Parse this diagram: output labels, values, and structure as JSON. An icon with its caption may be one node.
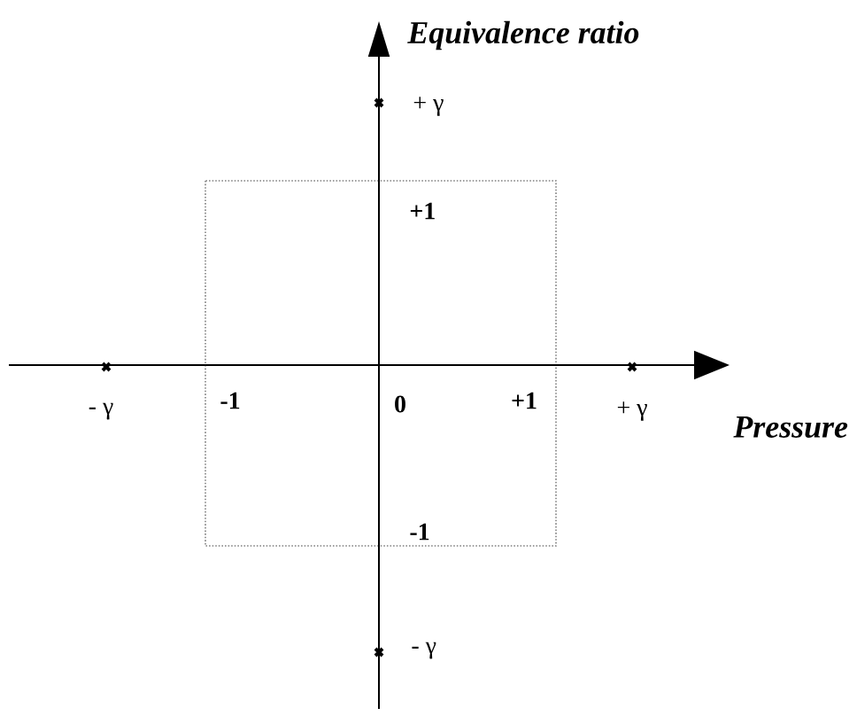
{
  "diagram": {
    "labels": [
      "Equivalence ratio",
      "+ γ",
      "+1",
      "- γ",
      "-1",
      "0",
      "+1",
      "+ γ",
      "Pressure",
      "-1",
      "- γ"
    ]
  }
}
